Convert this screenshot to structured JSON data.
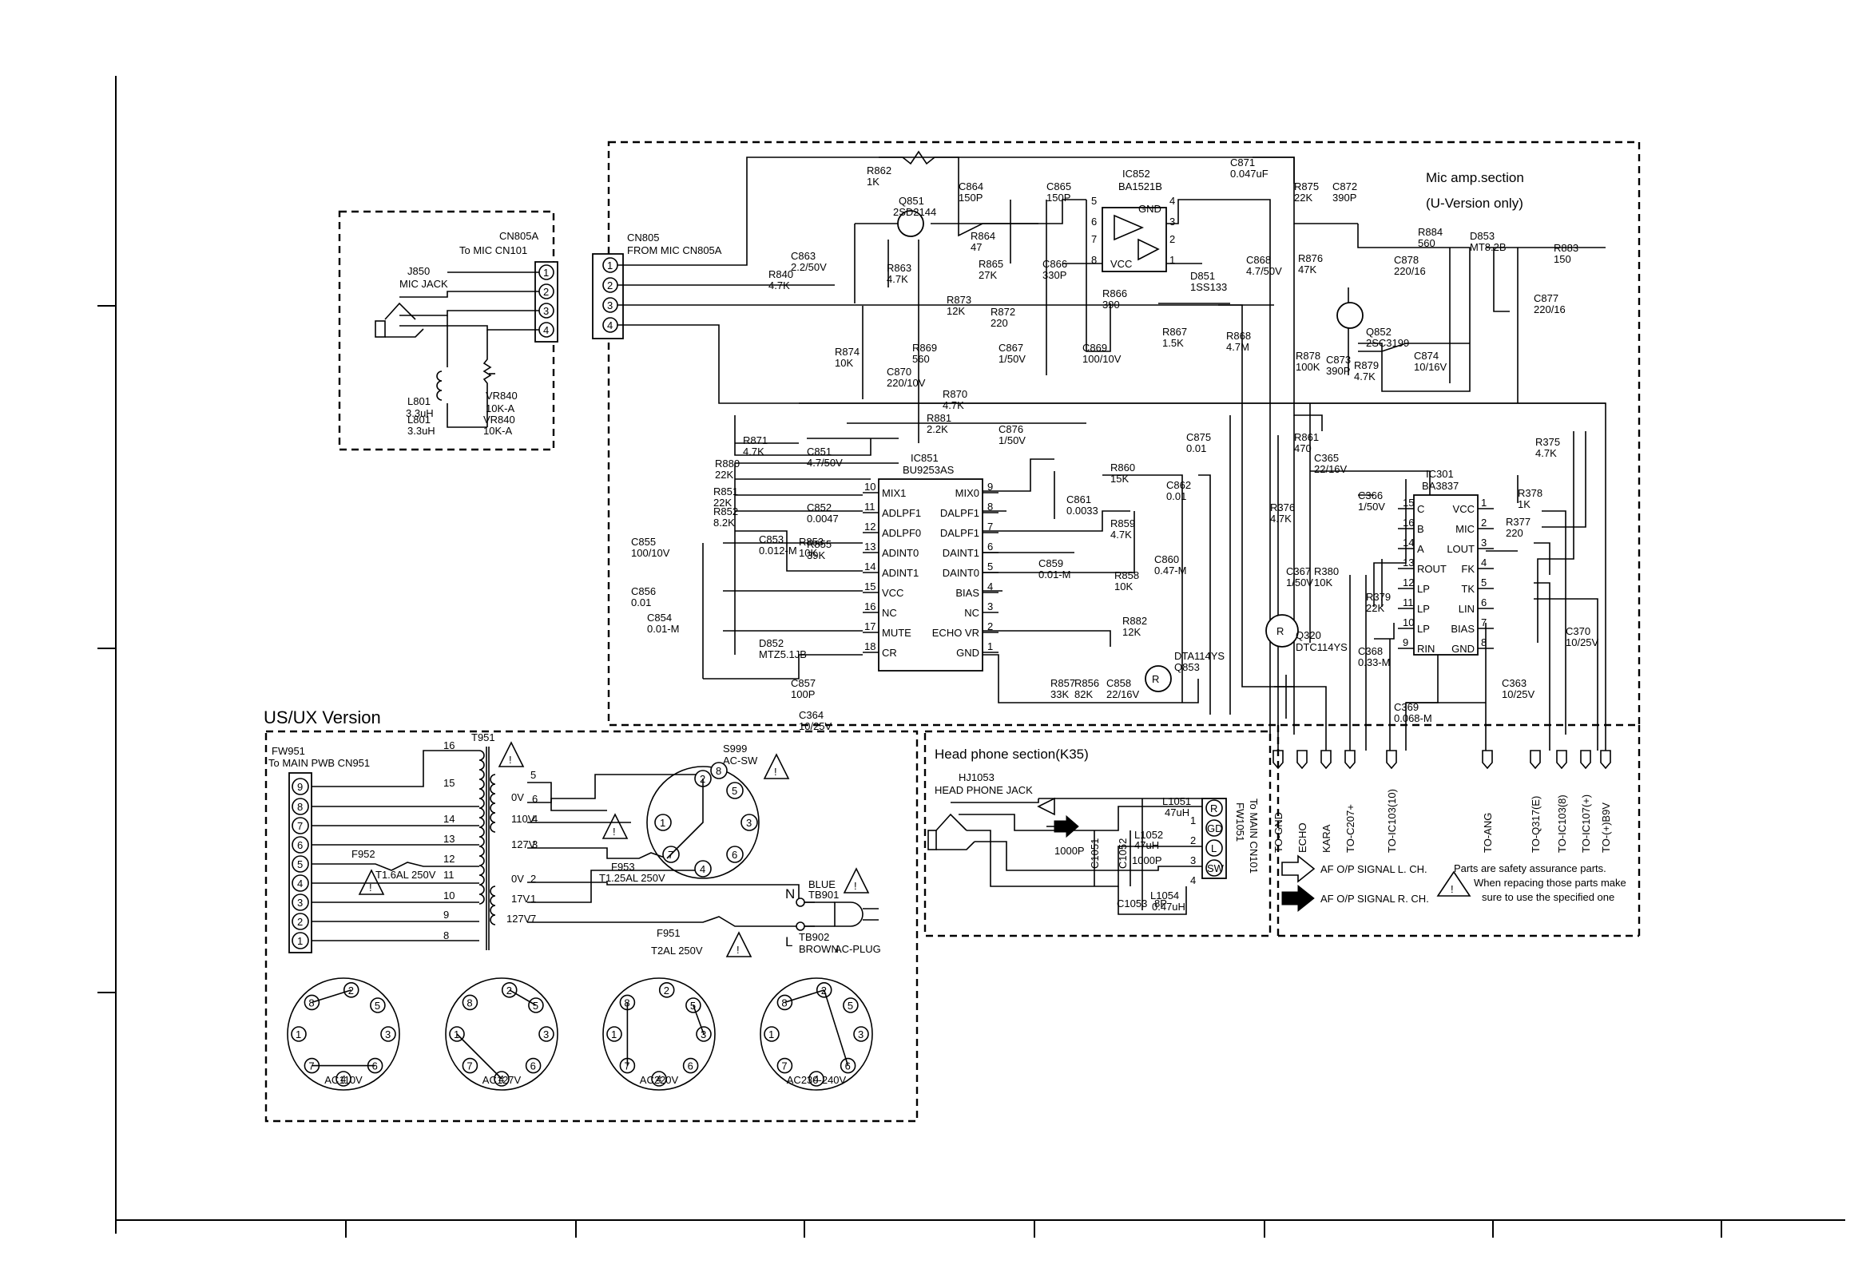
{
  "sections": {
    "mic_amp": {
      "title": "Mic amp.section",
      "subtitle": "(U-Version only)"
    },
    "headphone": {
      "title": "Head phone section(K35)"
    },
    "us_ux": {
      "title": "US/UX Version"
    }
  },
  "connectors": {
    "cn805a": {
      "ref": "CN805A",
      "desc": "To MIC CN101"
    },
    "cn805": {
      "ref": "CN805",
      "desc": "FROM MIC CN805A"
    },
    "j850": {
      "ref": "J850",
      "desc": "MIC JACK"
    },
    "fw951": {
      "ref": "FW951",
      "desc": "To MAIN PWB CN951"
    },
    "hj1053": {
      "ref": "HJ1053",
      "desc": "HEAD PHONE JACK"
    },
    "fw1051": {
      "ref": "FW1051",
      "desc": "To MAIN CN101"
    },
    "pins": [
      "1",
      "2",
      "3",
      "4",
      "5",
      "6",
      "7",
      "8",
      "9"
    ],
    "hp_pins": [
      "R",
      "GD",
      "L",
      "SW"
    ]
  },
  "ics": {
    "ic851": {
      "ref": "IC851",
      "part": "BU9253AS",
      "left": [
        [
          "10",
          "MIX1"
        ],
        [
          "11",
          "ADLPF1"
        ],
        [
          "12",
          "ADLPF0"
        ],
        [
          "13",
          "ADINT0"
        ],
        [
          "14",
          "ADINT1"
        ],
        [
          "15",
          "VCC"
        ],
        [
          "16",
          "NC"
        ],
        [
          "17",
          "MUTE"
        ],
        [
          "18",
          "CR"
        ]
      ],
      "right": [
        [
          "9",
          "MIX0"
        ],
        [
          "8",
          "DALPF1"
        ],
        [
          "7",
          "DALPF1"
        ],
        [
          "6",
          "DAINT1"
        ],
        [
          "5",
          "DAINT0"
        ],
        [
          "4",
          "BIAS"
        ],
        [
          "3",
          "NC"
        ],
        [
          "2",
          "ECHO VR"
        ],
        [
          "1",
          "GND"
        ]
      ]
    },
    "ic852": {
      "ref": "IC852",
      "part": "BA1521B",
      "pins": [
        "GND",
        "VCC",
        "5",
        "6",
        "7",
        "8",
        "4",
        "3",
        "2",
        "1"
      ]
    },
    "ic301": {
      "ref": "IC301",
      "part": "BA3837",
      "left": [
        [
          "C",
          "15"
        ],
        [
          "B",
          "16"
        ],
        [
          "A",
          "14"
        ],
        [
          "ROUT",
          "13"
        ],
        [
          "LP",
          "12"
        ],
        [
          "LP",
          "11"
        ],
        [
          "LP",
          "10"
        ],
        [
          "RIN",
          "9"
        ]
      ],
      "right": [
        [
          "VCC",
          "1"
        ],
        [
          "MIC",
          "2"
        ],
        [
          "LOUT",
          "3"
        ],
        [
          "FK",
          "4"
        ],
        [
          "TK",
          "5"
        ],
        [
          "LIN",
          "6"
        ],
        [
          "BIAS",
          "7"
        ],
        [
          "GND",
          "8"
        ]
      ]
    }
  },
  "transistors": [
    {
      "ref": "Q851",
      "part": "2SD2144"
    },
    {
      "ref": "Q852",
      "part": "2SC3199"
    },
    {
      "ref": "Q853",
      "part": "DTA114YS"
    },
    {
      "ref": "Q320",
      "part": "DTC114YS"
    }
  ],
  "components": [
    "R862 1K",
    "C864 150P",
    "C865 150P",
    "C871 0.047uF",
    "R875 22K",
    "C872 390P",
    "C863 2.2/50V",
    "R864 47",
    "R863 4.7K",
    "R865 27K",
    "C866 330P",
    "R840 4.7K",
    "D851 1SS133",
    "R866 390",
    "R867 1.5K",
    "C868 4.7/50V",
    "R868 4.7M",
    "R873 12K",
    "R872 220",
    "R874 10K",
    "R869 560",
    "C870 220/10V",
    "C867 1/50V",
    "C869 100/10V",
    "R870 4.7K",
    "R876 47K",
    "R878 100K",
    "C873 390P",
    "R879 4.7K",
    "C878 220/16",
    "R884 560",
    "D853 MT8.2B",
    "R883 150",
    "C877 220/16",
    "C874 10/16V",
    "L801 3.3uH",
    "VR840 10K-A",
    "R871 4.7K",
    "R881 2.2K",
    "C876 1/50V",
    "C851 4.7/50V",
    "R880 22K",
    "R851 22K",
    "R852 8.2K",
    "C852 0.0047",
    "R853 10K",
    "C853 0.012-M",
    "C855 100/10V",
    "C856 0.01",
    "C854 0.01-M",
    "D852 MTZ5.1JB",
    "R855 39K",
    "C857 100P",
    "R860 15K",
    "C862 0.01",
    "C875 0.01",
    "R861 470",
    "C861 0.0033",
    "R859 4.7K",
    "C860 0.47-M",
    "R858 10K",
    "C859 0.01-M",
    "R882 12K",
    "R857 33K",
    "R856 82K",
    "C858 22/16V",
    "C365 22/16V",
    "R375 4.7K",
    "R376 4.7K",
    "C366 1/50V",
    "R378 1K",
    "R377 220",
    "C367 1/50V",
    "R380 10K",
    "R379 22K",
    "C368 0.33-M",
    "C369 0.068-M",
    "C363 10/25V",
    "C370 10/25V",
    "C364 10/25V"
  ],
  "outputs": [
    "TO-GND",
    "ECHO",
    "KARA",
    "TO-C207+",
    "TO-IC103(10)",
    "TO-ANG",
    "TO-Q317(E)",
    "TO-IC103(8)",
    "TO-IC107(+)",
    "TO-(+)B9V"
  ],
  "power": {
    "transformer": "T951",
    "switch": "S999",
    "switch_type": "AC-SW",
    "taps_primary": [
      "0V",
      "110V",
      "127V"
    ],
    "taps_secondary": [
      "0V",
      "17V",
      "127V"
    ],
    "winding_pins": [
      "16",
      "15",
      "14",
      "13",
      "12",
      "11",
      "10",
      "9",
      "8"
    ],
    "tap_pins": [
      "5",
      "6",
      "4",
      "3",
      "2",
      "1",
      "7"
    ],
    "fuses": [
      {
        "ref": "F952",
        "rating": "T1.6AL 250V"
      },
      {
        "ref": "F953",
        "rating": "T1.25AL 250V"
      },
      {
        "ref": "F951",
        "rating": "T2AL 250V"
      }
    ],
    "terminals": [
      {
        "mark": "N",
        "ref": "TB901",
        "color": "BLUE"
      },
      {
        "mark": "L",
        "ref": "TB902",
        "color": "BROWN"
      }
    ],
    "plug": "AC-PLUG",
    "switch_pins": [
      "2",
      "5",
      "1",
      "3",
      "7",
      "4",
      "8",
      "6"
    ],
    "ac_settings": [
      "AC110V",
      "AC127V",
      "AC220V",
      "AC230-240V"
    ]
  },
  "headphone_parts": [
    "L1051 47uH",
    "L1052 47uH",
    "L1054 0.47uH",
    "C1051 1000P",
    "C1052 1000P",
    "C1053 8P"
  ],
  "legend": {
    "items": [
      "AF O/P SIGNAL L. CH.",
      "AF O/P SIGNAL R. CH."
    ],
    "note": [
      "Parts are safety assurance parts.",
      "When repacing those parts make",
      "sure to use the specified one"
    ]
  },
  "colors": {
    "ink": "#000000",
    "paper": "#ffffff"
  }
}
